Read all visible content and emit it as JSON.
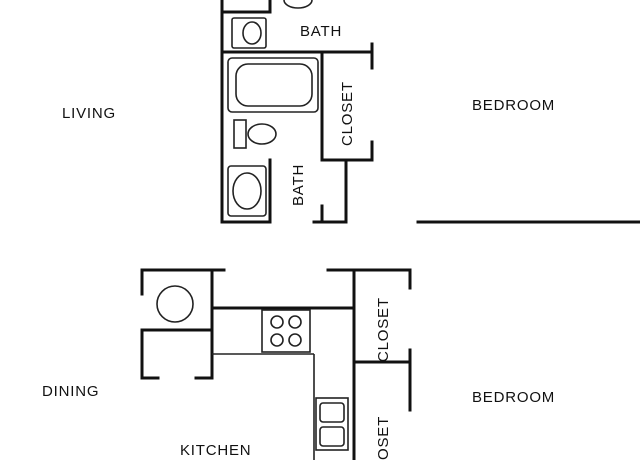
{
  "floorplan": {
    "labels": {
      "bath_top": "BATH",
      "bath_side": "BATH",
      "closet_top": "CLOSET",
      "closet_mid": "CLOSET",
      "closet_bottom": "OSET",
      "living": "LIVING",
      "bedroom_top": "BEDROOM",
      "bedroom_bottom": "BEDROOM",
      "dining": "DINING",
      "kitchen": "KITCHEN"
    }
  }
}
